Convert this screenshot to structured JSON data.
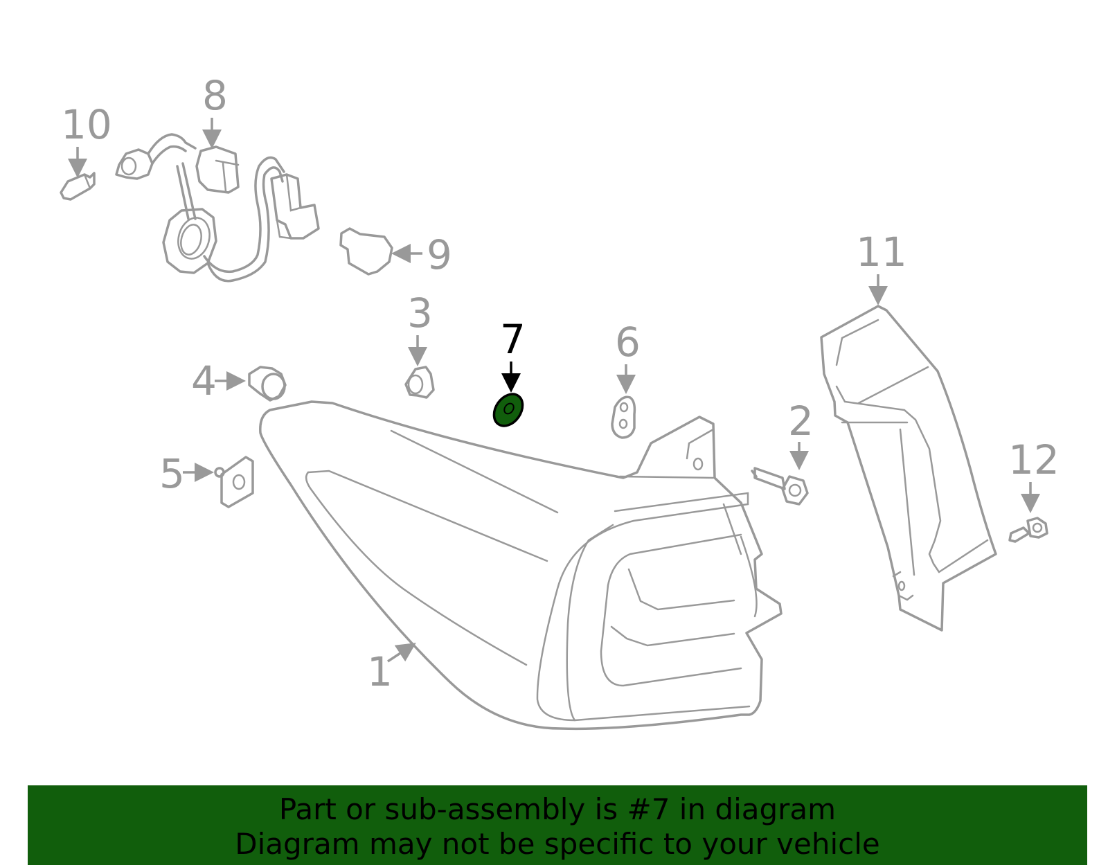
{
  "colors": {
    "highlight": "#115e0c",
    "line": "#999999",
    "active": "#000000",
    "banner_bg": "#115e0c"
  },
  "callouts": {
    "c1": "1",
    "c2": "2",
    "c3": "3",
    "c4": "4",
    "c5": "5",
    "c6": "6",
    "c7": "7",
    "c8": "8",
    "c9": "9",
    "c10": "10",
    "c11": "11",
    "c12": "12"
  },
  "highlighted_part": "7",
  "banner": {
    "line1": "Part or sub-assembly is #7 in diagram",
    "line2": "Diagram may not be specific to your vehicle"
  }
}
